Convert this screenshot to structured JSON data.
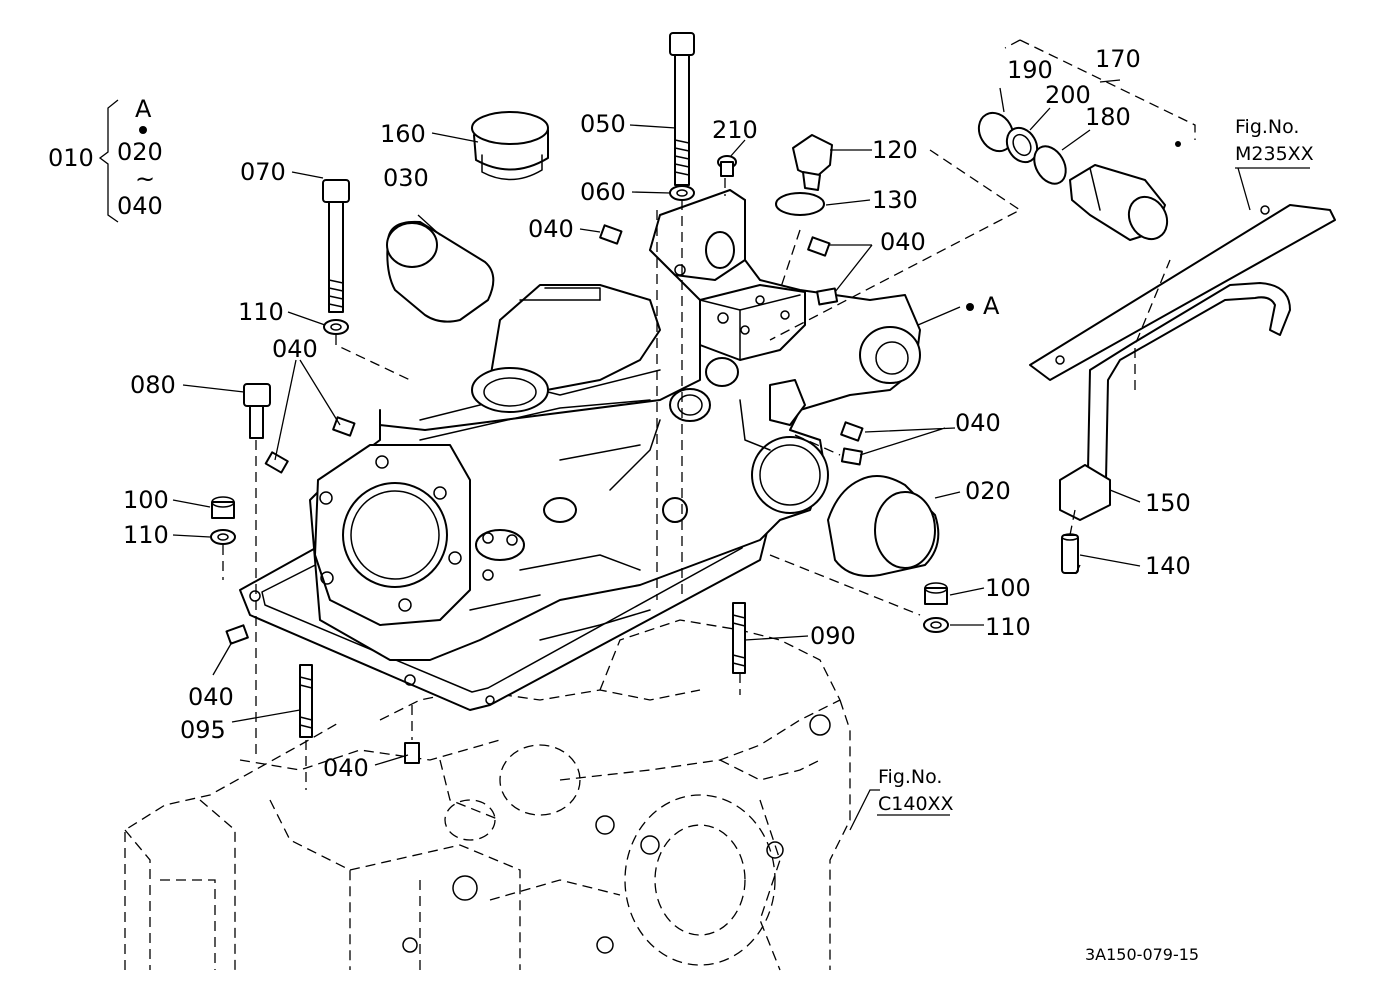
{
  "group_010": {
    "number": "010",
    "ref_letter": "A",
    "range_start": "020",
    "range_sep": "~",
    "range_end": "040"
  },
  "callouts": {
    "c160": "160",
    "c050": "050",
    "c210": "210",
    "c120": "120",
    "c130": "130",
    "c070": "070",
    "c030": "030",
    "c060": "060",
    "c040_a": "040",
    "c040_b": "040",
    "c040_c": "040",
    "c040_d": "040",
    "c040_e": "040",
    "c040_f": "040",
    "c110_a": "110",
    "c110_b": "110",
    "c110_c": "110",
    "c080": "080",
    "c100_a": "100",
    "c100_b": "100",
    "c020": "020",
    "c090": "090",
    "c095": "095",
    "c150": "150",
    "c140": "140",
    "c170": "170",
    "c190": "190",
    "c200": "200",
    "c180": "180",
    "ref_a": "A"
  },
  "fig_refs": {
    "m235_caption": "Fig.No.",
    "m235_code": "M235XX",
    "c140_caption": "Fig.No.",
    "c140_code": "C140XX"
  },
  "drawing_code": "3A150-079-15"
}
